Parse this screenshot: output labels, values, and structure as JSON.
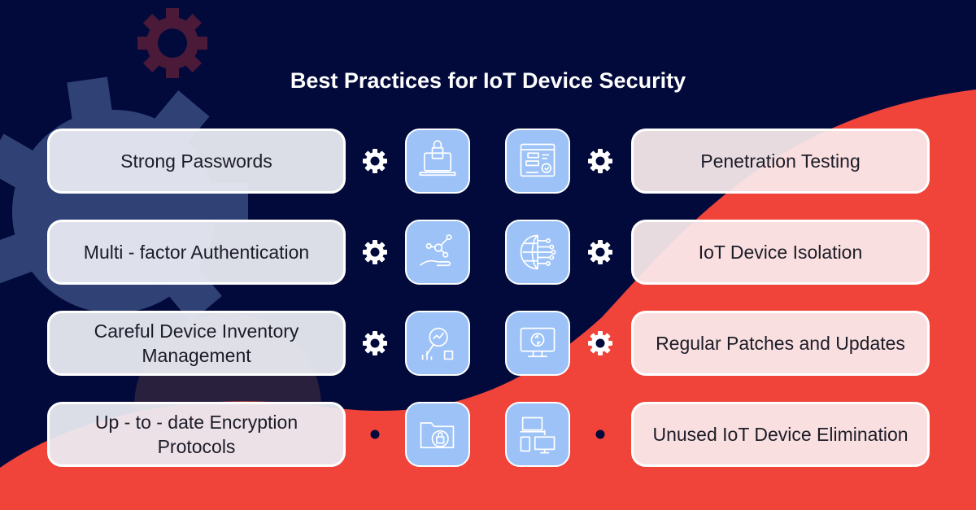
{
  "title": "Best Practices for IoT Device Security",
  "colors": {
    "background": "#020a3c",
    "accent": "#f0433a",
    "tile": "#9cc2f7"
  },
  "left": [
    {
      "label": "Strong Passwords",
      "icon": "laptop-lock-icon"
    },
    {
      "label": "Multi - factor Authentication",
      "icon": "hand-network-icon"
    },
    {
      "label": "Careful Device Inventory Management",
      "icon": "analytics-search-icon"
    },
    {
      "label": "Up - to - date Encryption Protocols",
      "icon": "folder-lock-icon"
    }
  ],
  "right": [
    {
      "label": "Penetration Testing",
      "icon": "flowchart-check-icon"
    },
    {
      "label": "IoT Device Isolation",
      "icon": "globe-circuit-icon"
    },
    {
      "label": "Regular Patches and Updates",
      "icon": "monitor-update-icon"
    },
    {
      "label": "Unused IoT Device Elimination",
      "icon": "devices-icon"
    }
  ]
}
